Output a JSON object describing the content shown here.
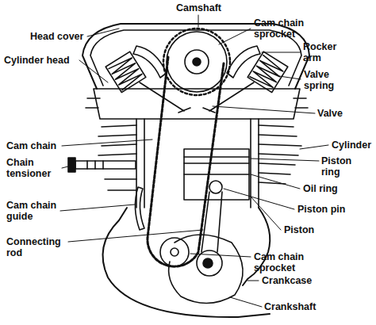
{
  "diagram": {
    "labels": [
      "Camshaft",
      "Head cover",
      "Cam chain sprocket",
      "Rocker arm",
      "Valve spring",
      "Cylinder head",
      "Valve",
      "Cam chain",
      "Chain tensioner",
      "Cylinder",
      "Piston ring",
      "Oil ring",
      "Cam chain guide",
      "Piston pin",
      "Connecting rod",
      "Piston",
      "Cam chain sprocket",
      "Crankcase",
      "Crankshaft"
    ]
  }
}
